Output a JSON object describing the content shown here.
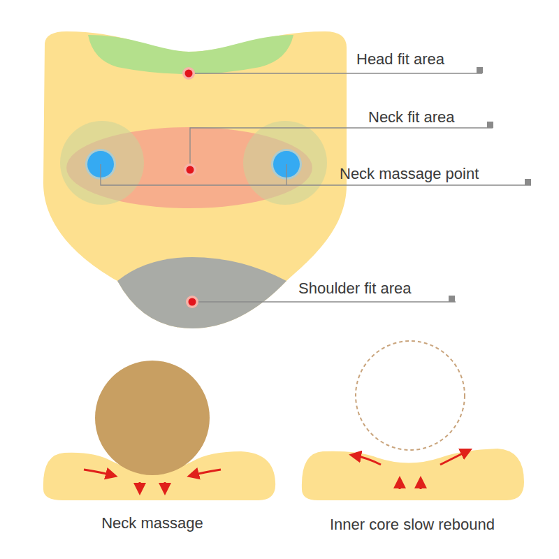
{
  "diagram": {
    "labels": [
      "Head fit area",
      "Neck fit area",
      "Neck massage point",
      "Shoulder fit area",
      "Neck massage",
      "Inner core slow rebound"
    ]
  }
}
